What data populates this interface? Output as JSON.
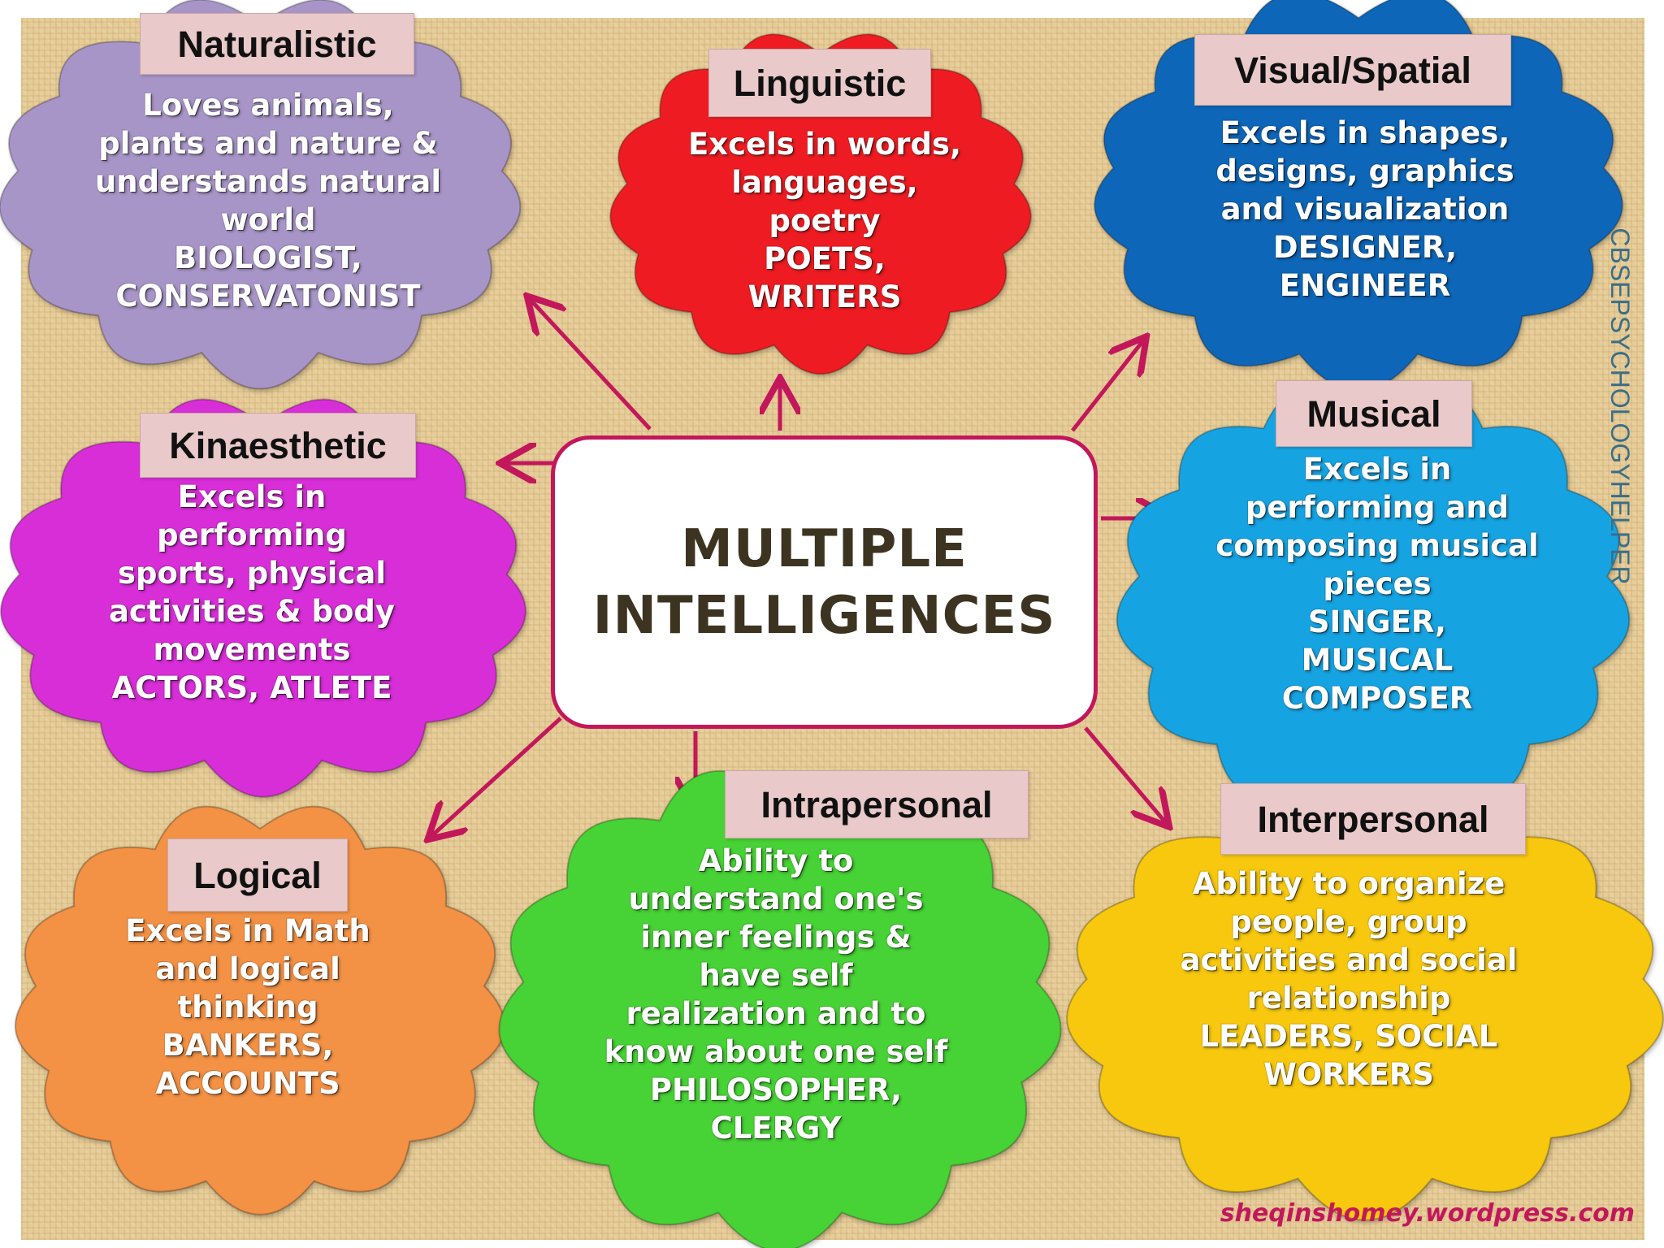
{
  "diagram": {
    "title_lines": [
      "MULTIPLE",
      "INTELLIGENCES"
    ],
    "nodes": [
      {
        "label": "Naturalistic",
        "color": "#a895c8",
        "lines": [
          "Loves animals,",
          "plants and nature &",
          "understands natural",
          "world",
          "BIOLOGIST,",
          "CONSERVATONIST"
        ]
      },
      {
        "label": "Linguistic",
        "color": "#ee1c24",
        "lines": [
          "Excels in words,",
          "languages,",
          "poetry",
          "POETS,",
          "WRITERS"
        ]
      },
      {
        "label": "Visual/Spatial",
        "color": "#0f66b8",
        "lines": [
          "Excels in shapes,",
          "designs, graphics",
          "and visualization",
          "DESIGNER,",
          "ENGINEER"
        ]
      },
      {
        "label": "Kinaesthetic",
        "color": "#d82fd8",
        "lines": [
          "Excels in",
          "performing",
          "sports, physical",
          "activities & body",
          "movements",
          "ACTORS, ATLETE"
        ]
      },
      {
        "label": "Musical",
        "color": "#14a3e2",
        "lines": [
          "Excels in",
          "performing and",
          "composing musical",
          "pieces",
          "SINGER,",
          "MUSICAL",
          "COMPOSER"
        ]
      },
      {
        "label": "Logical",
        "color": "#f39145",
        "lines": [
          "Excels in Math",
          "and logical",
          "thinking",
          "BANKERS,",
          "ACCOUNTS"
        ]
      },
      {
        "label": "Intrapersonal",
        "color": "#46d234",
        "lines": [
          "Ability to",
          "understand one's",
          "inner feelings &",
          "have self",
          "realization and to",
          "know about one self",
          "PHILOSOPHER,",
          "CLERGY"
        ]
      },
      {
        "label": "Interpersonal",
        "color": "#f7c80e",
        "lines": [
          "Ability to organize",
          "people, group",
          "activities and social",
          "relationship",
          "LEADERS, SOCIAL",
          "WORKERS"
        ]
      }
    ]
  },
  "colors": {
    "arrow": "#c2185b",
    "label_box": "#e9c9c9",
    "background": "#e6cc97"
  },
  "watermarks": {
    "side": "CBSEPSYCHOLOGYHELPER",
    "bottom": "sheqinshomey.wordpress.com"
  }
}
